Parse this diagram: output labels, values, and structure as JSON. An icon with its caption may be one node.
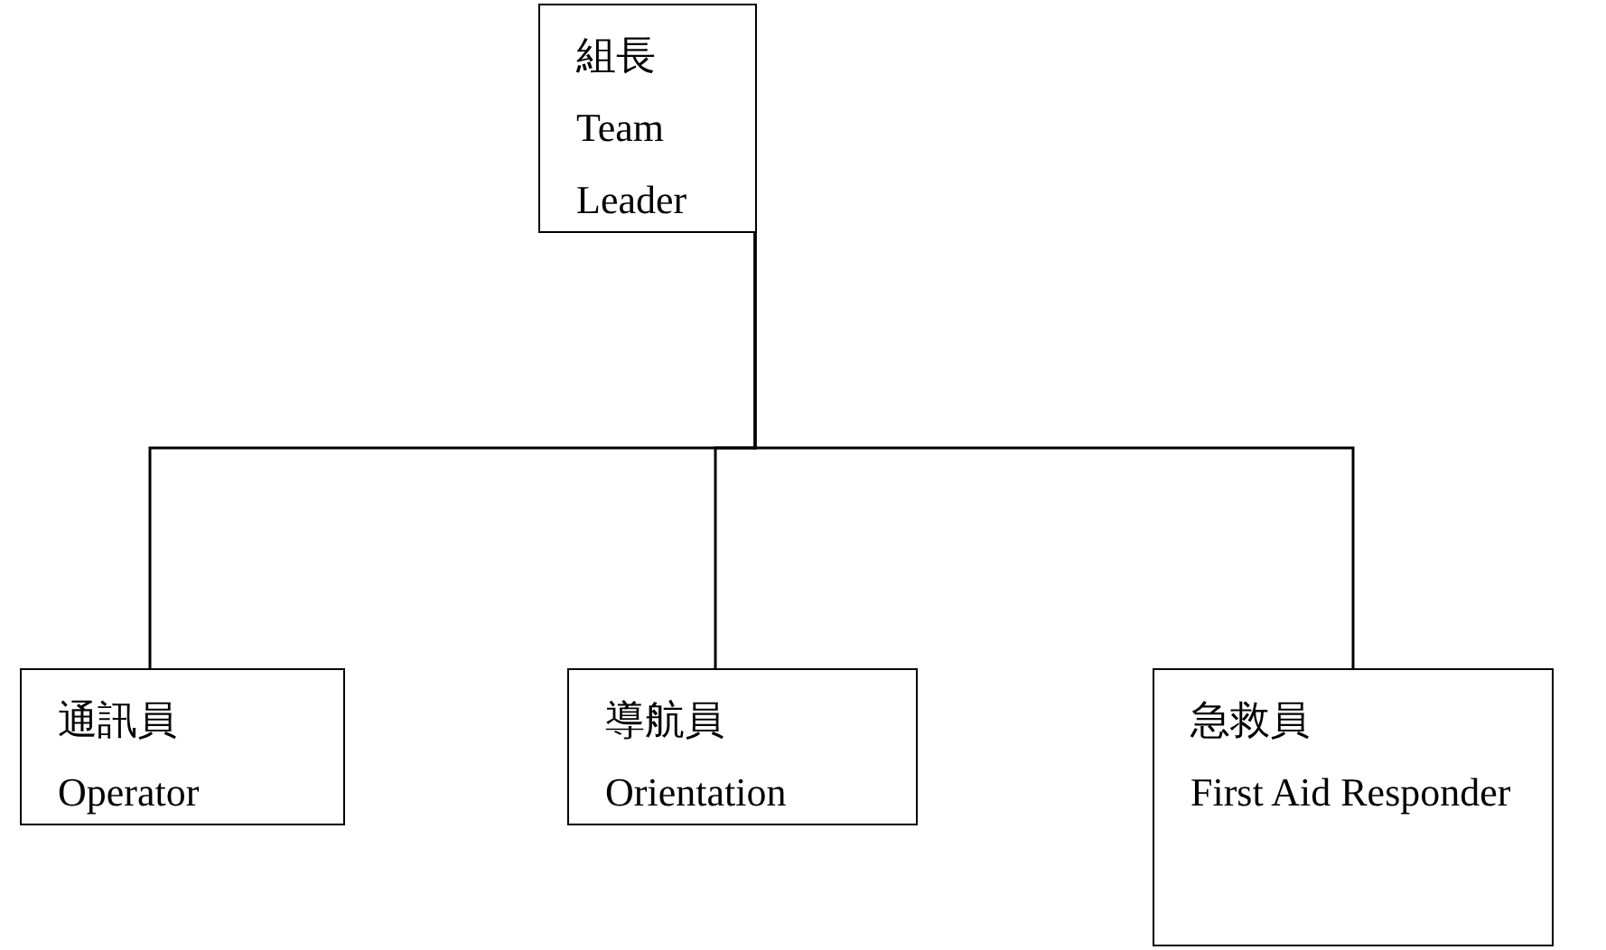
{
  "diagram": {
    "nodes": [
      {
        "text": [
          "組長",
          "Team Leader"
        ]
      },
      {
        "text": [
          "通訊員",
          "Operator"
        ]
      },
      {
        "text": [
          "導航員",
          "Orientation"
        ]
      },
      {
        "text": [
          "急救員",
          "First Aid Responder"
        ]
      }
    ],
    "edges": [
      {
        "from": 0,
        "to": 1,
        "arrow": "none"
      },
      {
        "from": 0,
        "to": 2,
        "arrow": "none"
      },
      {
        "from": 0,
        "to": 3,
        "arrow": "none"
      }
    ]
  }
}
